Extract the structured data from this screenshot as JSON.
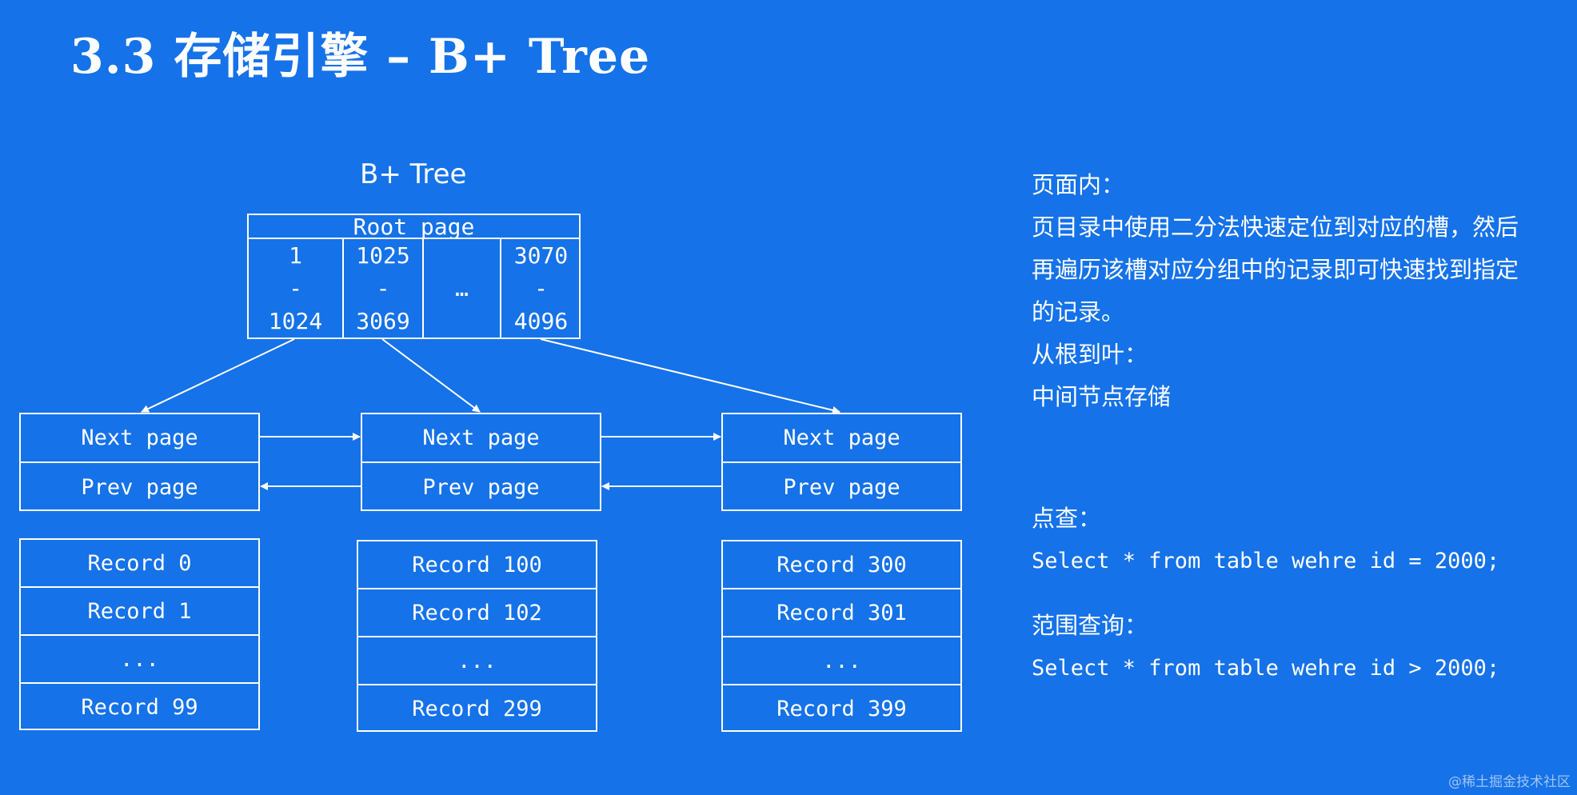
{
  "slide_title": "3.3 存储引擎 – B+ Tree",
  "diagram_title": "B+ Tree",
  "root_page": {
    "header": "Root page",
    "ranges": [
      {
        "from": "1",
        "dash": "-",
        "to": "1024"
      },
      {
        "from": "1025",
        "dash": "-",
        "to": "3069"
      },
      {
        "ellipsis": "…"
      },
      {
        "from": "3070",
        "dash": "-",
        "to": "4096"
      }
    ]
  },
  "leaf_pages": [
    {
      "next": "Next page",
      "prev": "Prev page",
      "records": [
        "Record 0",
        "Record 1",
        "...",
        "Record 99"
      ]
    },
    {
      "next": "Next page",
      "prev": "Prev page",
      "records": [
        "Record 100",
        "Record 102",
        "...",
        "Record 299"
      ]
    },
    {
      "next": "Next page",
      "prev": "Prev page",
      "records": [
        "Record 300",
        "Record 301",
        "...",
        "Record 399"
      ]
    }
  ],
  "notes": {
    "in_page_label": "页面内：",
    "in_page_lines": [
      "页目录中使用二分法快速定位到对应的槽，然后",
      "再遍历该槽对应分组中的记录即可快速找到指定",
      "的记录。"
    ],
    "root_to_leaf_label": "从根到叶：",
    "root_to_leaf_text": "中间节点存储",
    "point_query_label": "点查：",
    "point_query_sql": "Select * from table wehre id = 2000;",
    "range_query_label": "范围查询：",
    "range_query_sql": "Select * from table wehre id > 2000;"
  },
  "watermark": "@稀土掘金技术社区",
  "colors": {
    "background": "#1572e8",
    "foreground": "#ffffff"
  }
}
